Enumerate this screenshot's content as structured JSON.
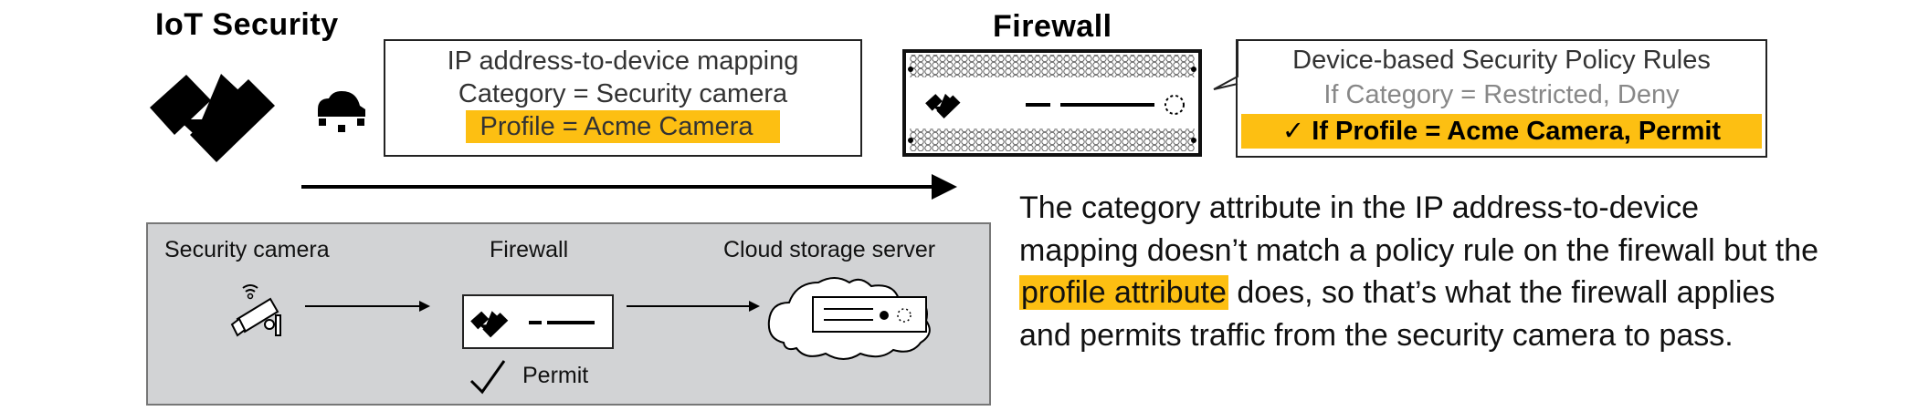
{
  "top": {
    "iot_title": "IoT Security",
    "firewall_title": "Firewall",
    "mapping_box": {
      "line1": "IP address-to-device mapping",
      "line2": "Category = Security camera",
      "line3": "Profile = Acme Camera"
    },
    "policy_box": {
      "title": "Device-based Security Policy Rules",
      "rule_deny": "If Category = Restricted, Deny",
      "rule_permit_check": "✓",
      "rule_permit": "If Profile = Acme Camera, Permit"
    }
  },
  "flow": {
    "source_label": "Security camera",
    "firewall_label": "Firewall",
    "destination_label": "Cloud storage server",
    "action_check": "✓",
    "action_label": "Permit"
  },
  "explanation": {
    "before": "The category attribute in the IP address-to-device mapping doesn’t match a policy rule on the firewall but the ",
    "highlight": "profile attribute",
    "after": " does, so that’s what the firewall applies and permits traffic from the security camera to pass."
  },
  "colors": {
    "highlight": "#fdbf12",
    "panel_bg": "#d2d3d5",
    "muted_text": "#888888"
  }
}
